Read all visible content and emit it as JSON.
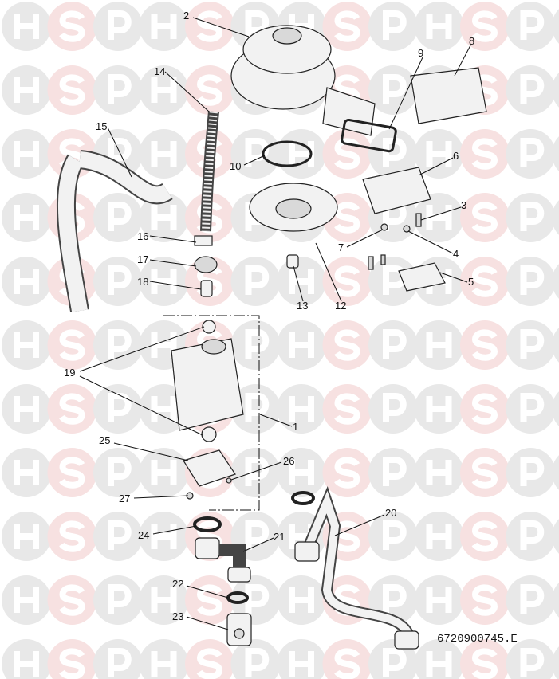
{
  "watermark": {
    "letters": [
      "H",
      "S",
      "P"
    ],
    "colors": {
      "grey": "#e8e8e8",
      "pink": "#f7e1e1"
    }
  },
  "labels": {
    "p1": "1",
    "p2": "2",
    "p3": "3",
    "p4": "4",
    "p5": "5",
    "p6": "6",
    "p7": "7",
    "p8": "8",
    "p9": "9",
    "p10": "10",
    "p12": "12",
    "p13": "13",
    "p14": "14",
    "p15": "15",
    "p16": "16",
    "p17": "17",
    "p18": "18",
    "p19": "19",
    "p20": "20",
    "p21": "21",
    "p22": "22",
    "p23": "23",
    "p24": "24",
    "p25": "25",
    "p26": "26",
    "p27": "27"
  },
  "drawing_code": "6720900745.E"
}
